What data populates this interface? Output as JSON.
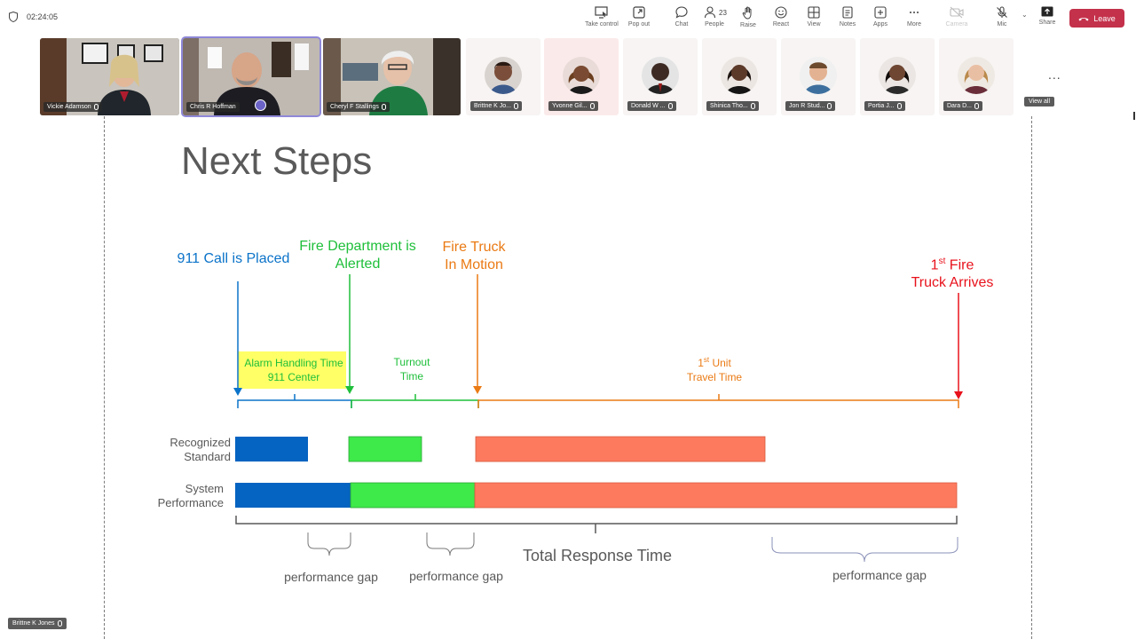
{
  "toolbar": {
    "timer": "02:24:05",
    "buttons": [
      {
        "label": "Take control",
        "icon": "take-control-icon"
      },
      {
        "label": "Pop out",
        "icon": "pop-out-icon"
      },
      {
        "label": "Chat",
        "icon": "chat-icon"
      },
      {
        "label": "People",
        "icon": "people-icon",
        "count": "23"
      },
      {
        "label": "Raise",
        "icon": "raise-hand-icon"
      },
      {
        "label": "React",
        "icon": "react-icon"
      },
      {
        "label": "View",
        "icon": "view-icon"
      },
      {
        "label": "Notes",
        "icon": "notes-icon"
      },
      {
        "label": "Apps",
        "icon": "apps-icon"
      },
      {
        "label": "More",
        "icon": "more-icon"
      },
      {
        "label": "Camera",
        "icon": "camera-off-icon"
      },
      {
        "label": "Mic",
        "icon": "mic-off-icon"
      },
      {
        "label": "Share",
        "icon": "share-icon"
      }
    ],
    "leave_label": "Leave",
    "leave_color": "#c4314b"
  },
  "participants": {
    "video": [
      {
        "name": "Vickie Adamson"
      },
      {
        "name": "Chris R Hoffman"
      },
      {
        "name": "Cheryl F Stallings"
      }
    ],
    "avatars": [
      {
        "name": "Brittne K Jo..."
      },
      {
        "name": "Yvonne Gil..."
      },
      {
        "name": "Donald W ..."
      },
      {
        "name": "Shinica Tho..."
      },
      {
        "name": "Jon R Stud..."
      },
      {
        "name": "Portia J..."
      },
      {
        "name": "Dara D..."
      }
    ],
    "view_all_label": "View all",
    "more_label": "..."
  },
  "slide": {
    "title": "Next Steps",
    "events": {
      "call_placed": "911 Call is Placed",
      "fd_alerted_1": "Fire Department is",
      "fd_alerted_2": "Alerted",
      "truck_motion_1": "Fire Truck",
      "truck_motion_2": "In Motion",
      "first_truck_sup": "st",
      "first_truck_num": "1",
      "first_truck_1": " Fire",
      "first_truck_2": "Truck Arrives"
    },
    "intervals": {
      "alarm_1": "Alarm Handling Time",
      "alarm_2": "911 Center",
      "turnout_1": "Turnout",
      "turnout_2": "Time",
      "travel_num": "1",
      "travel_sup": "st",
      "travel_1": " Unit",
      "travel_2": "Travel Time"
    },
    "rows": {
      "standard_1": "Recognized",
      "standard_2": "Standard",
      "performance_1": "System",
      "performance_2": "Performance"
    },
    "bottom": {
      "total": "Total Response Time",
      "gap_1": "performance gap",
      "gap_2": "performance gap",
      "gap_3": "performance gap"
    },
    "colors": {
      "blue": "#0b73c9",
      "green": "#1fbf3a",
      "orange": "#ea7a14",
      "red": "#e8121c",
      "bar_blue": "#0563c1",
      "bar_green": "#3ee94a",
      "bar_orange": "#fd7a5f",
      "highlight": "#ffff66"
    }
  },
  "footer": {
    "presenter": "Brittne K Jones"
  }
}
